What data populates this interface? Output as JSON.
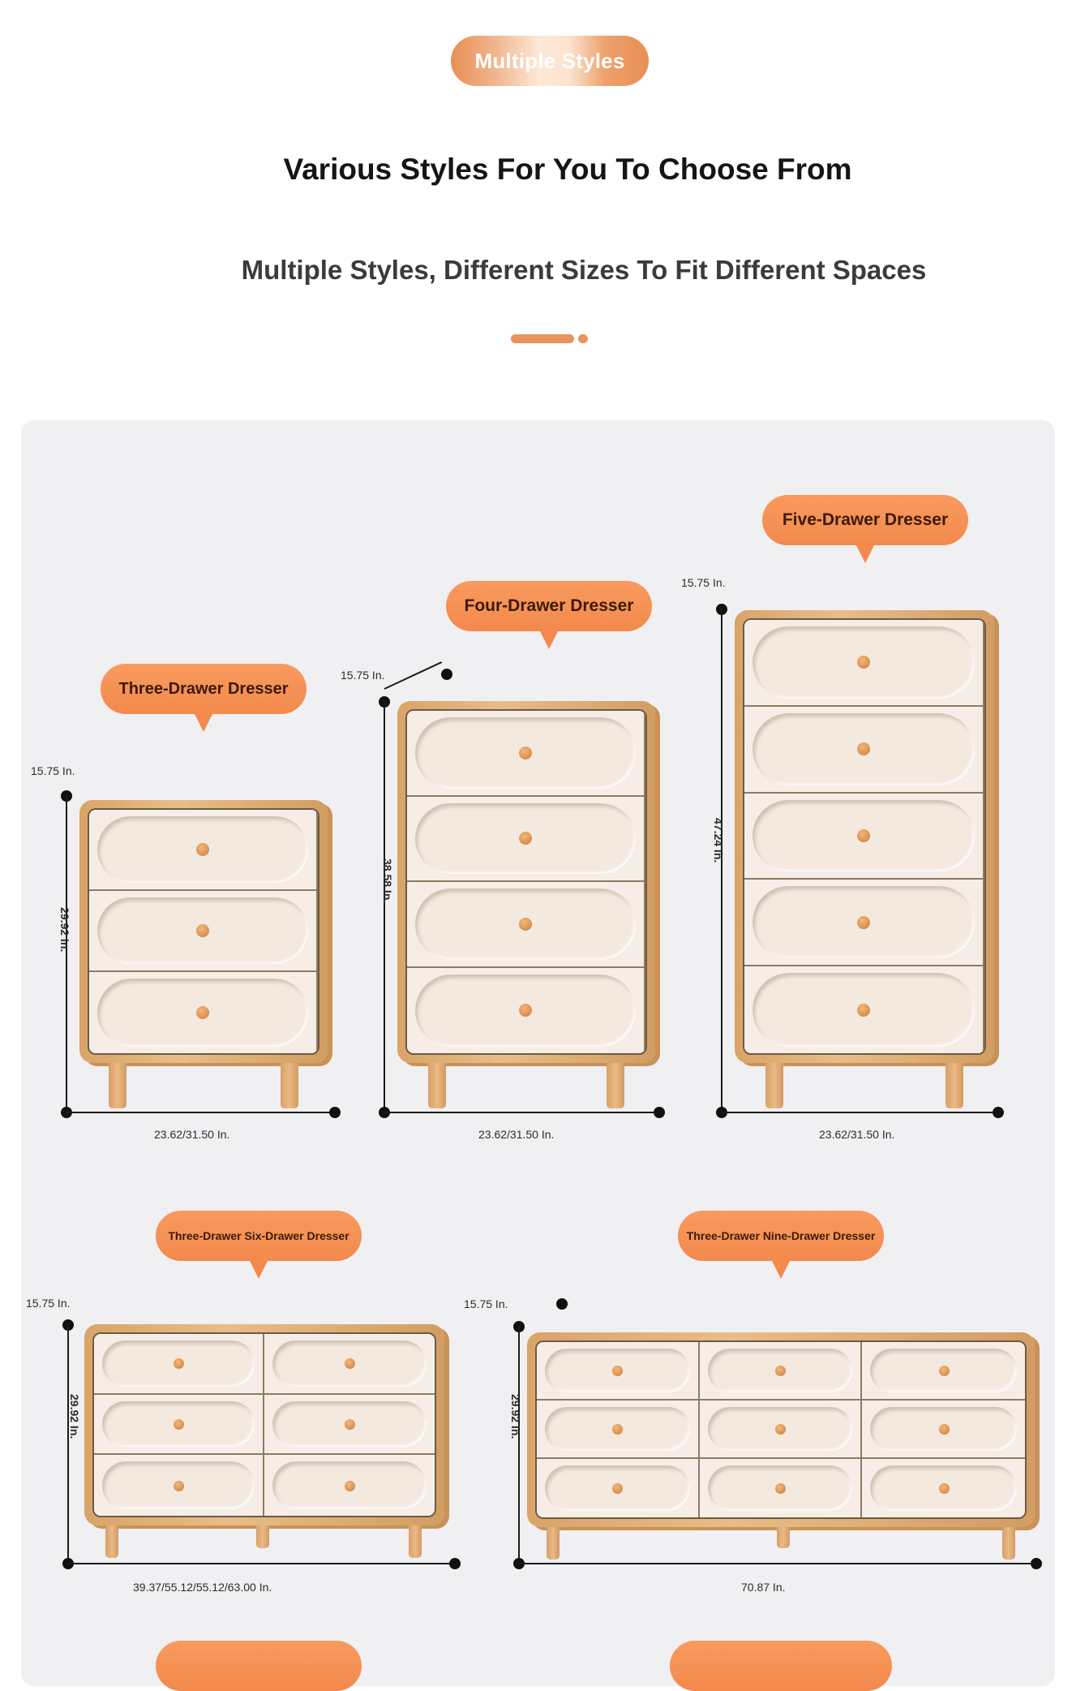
{
  "header": {
    "pill_label": "Multiple Styles",
    "title": "Various Styles For You To Choose From",
    "subtitle": "Multiple Styles, Different Sizes To Fit Different Spaces"
  },
  "products": [
    {
      "name": "Three-Drawer Dresser",
      "depth": "15.75 In.",
      "height": "29.92 In.",
      "width": "23.62/31.50 In."
    },
    {
      "name": "Four-Drawer Dresser",
      "depth": "15.75 In.",
      "height": "38.58 In.",
      "width": "23.62/31.50 In."
    },
    {
      "name": "Five-Drawer Dresser",
      "depth": "15.75 In.",
      "height": "47.24 In.",
      "width": "23.62/31.50 In."
    },
    {
      "name": "Three-Drawer Six-Drawer Dresser",
      "depth": "15.75 In.",
      "height": "29.92 In.",
      "width": "39.37/55.12/55.12/63.00 In."
    },
    {
      "name": "Three-Drawer Nine-Drawer Dresser",
      "depth": "15.75 In.",
      "height": "29.92 In.",
      "width": "70.87 In."
    }
  ],
  "colors": {
    "accent": "#f3894c",
    "panel": "#f0f0f3",
    "wood": "#e0ad73",
    "cabinet": "#f4ece3"
  }
}
